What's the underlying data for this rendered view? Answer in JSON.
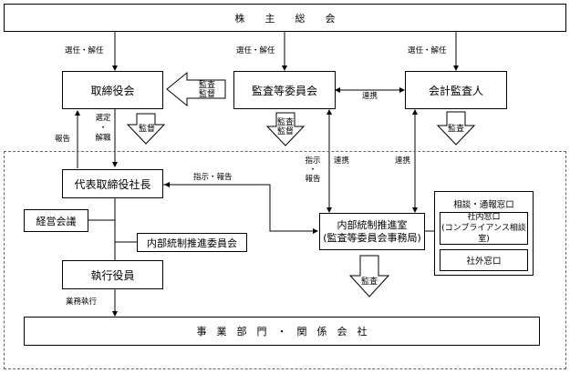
{
  "nodes": {
    "shareholders": "株　　主　　総　　会",
    "board": "取締役会",
    "audit_committee": "監査等委員会",
    "accounting_auditor": "会計監査人",
    "president": "代表取締役社長",
    "management_council": "経営会議",
    "internal_control_committee": "内部統制推進委員会",
    "executive_officers": "執行役員",
    "internal_control_office_line1": "内部統制推進室",
    "internal_control_office_line2": "(監査等委員会事務局)",
    "consultation_desk_title": "相談・通報窓口",
    "internal_desk_line1": "社内窓口",
    "internal_desk_line2": "(コンプライアンス相談室)",
    "external_desk": "社外窓口",
    "business_units": "事　業　部　門　・　関　係　会　社"
  },
  "labels": {
    "appoint_dismiss_1": "選任・解任",
    "appoint_dismiss_2": "選任・解任",
    "appoint_dismiss_3": "選任・解任",
    "report": "報告",
    "select_dismiss_1": "選定",
    "select_dismiss_dot": "・",
    "select_dismiss_2": "解職",
    "cooperation_1": "連携",
    "cooperation_2": "連携",
    "cooperation_3": "連携",
    "instruction_report": "指示・報告",
    "instruction_v1": "指示",
    "instruction_dot": "・",
    "instruction_v2": "報告",
    "business_execution": "業務執行"
  },
  "arrows": {
    "audit_supervision_left_1": "監査",
    "audit_supervision_left_2": "監督",
    "supervision": "監督",
    "audit_supervision_down_1": "監査",
    "audit_supervision_down_2": "監督",
    "audit_accounting": "監査",
    "audit_office": "監査"
  }
}
